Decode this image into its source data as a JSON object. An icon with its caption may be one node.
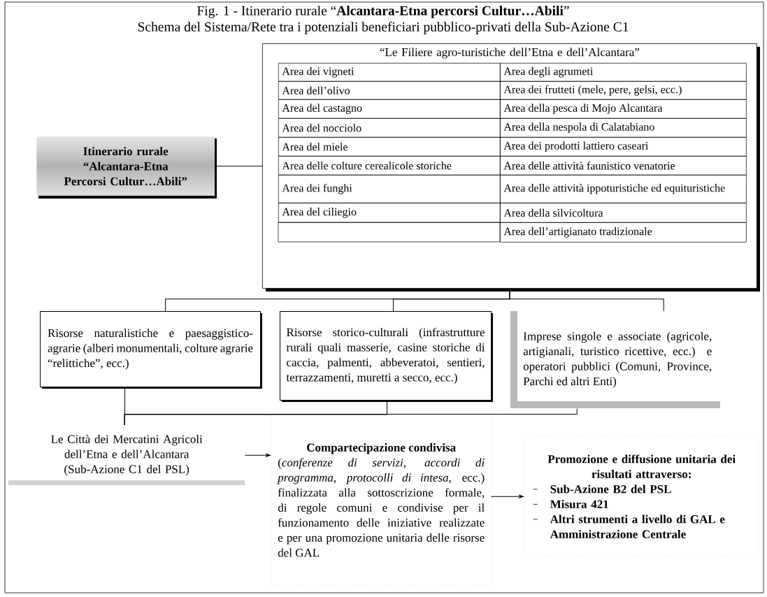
{
  "diagram": {
    "title": "Fig. 1 - Itinerario rurale “**Alcantara-Etna percorsi Cultur…Abili**”",
    "caption": "Schema del Sistema/Rete tra i potenziali beneficiari pubblico-privati della Sub-Azione C1",
    "nodes": [
      {
        "text": [
          "Itinerario rurale “Alcantara-Etna Percorsi Cultur…Abili”"
        ]
      },
      {
        "text": [
          "“Le Filiere agro-turistiche dell’Etna e dell’Alcantara”"
        ]
      },
      {
        "text": [
          "Risorse naturalistiche e paesaggistico-agrarie (alberi monumentali, colture agrarie “relittiche”, ecc.)"
        ]
      },
      {
        "text": [
          "Risorse storico-culturali (infrastrutture rurali quali masserie, casine storiche di caccia, palmenti, abbeveratoi, sentieri, terrazzamenti, muretti a secco, ecc.)"
        ]
      },
      {
        "text": [
          "Imprese singole e associate (agricole, artigianali, turistico ricettive, ecc.) e operatori pubblici (Comuni, Province, Parchi ed altri Enti)"
        ]
      },
      {
        "text": [
          "Le Città dei Mercatini Agricoli dell’Etna e dell’Alcantara (Sub-Azione C1 del PSL)"
        ]
      },
      {
        "text": [
          "Compartecipazione condivisa",
          "(*conferenze di servizi, accordi di programma, protocolli di intesa*, ecc.) finalizzata alla sottoscrizione formale, di regole comuni e condivise per il funzionamento delle iniziative realizzate e per una promozione unitaria delle risorse del GAL"
        ]
      },
      {
        "text": [
          "Promozione e diffusione unitaria dei risultati attraverso:",
          "Sub-Azione B2 del PSL",
          "Misura 421",
          "Altri strumenti a livello di GAL e Amministrazione Centrale"
        ]
      }
    ],
    "edges": [
      {
        "from": 0,
        "to": 1,
        "arrow": "none"
      },
      {
        "from": 1,
        "to": 2,
        "arrow": "none"
      },
      {
        "from": 1,
        "to": 3,
        "arrow": "none"
      },
      {
        "from": 1,
        "to": 4,
        "arrow": "none"
      },
      {
        "from": 2,
        "to": 5,
        "arrow": "none"
      },
      {
        "from": 3,
        "to": 5,
        "arrow": "none"
      },
      {
        "from": 4,
        "to": 5,
        "arrow": "none"
      },
      {
        "from": 5,
        "to": 6,
        "arrow": "to"
      },
      {
        "from": 6,
        "to": 7,
        "arrow": "to"
      }
    ],
    "labels": [
      "Area dei vigneti",
      "Area degli agrumeti",
      "Area dell’olivo",
      "Area dei frutteti (mele, pere, gelsi, ecc.)",
      "Area del castagno",
      "Area della pesca di Mojo Alcantara",
      "Area del nocciolo",
      "Area della nespola di Calatabiano",
      "Area del miele",
      "Area dei prodotti lattiero caseari",
      "Area delle colture cerealicole storiche",
      "Area delle attività faunistico venatorie",
      "Area dei funghi",
      "Area delle attività ippoturistiche ed equituristiche",
      "Area del ciliegio",
      "Area della silvicoltura",
      "Area dell’artigianato tradizionale"
    ]
  }
}
